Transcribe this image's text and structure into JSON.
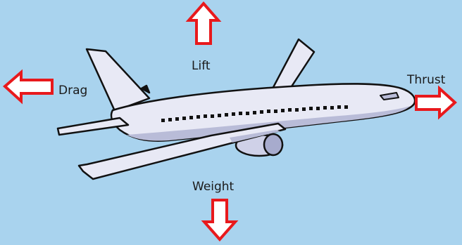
{
  "labels": {
    "lift": "Lift",
    "drag": "Drag",
    "thrust": "Thrust",
    "weight": "Weight"
  },
  "colors": {
    "background": "#a9d3ee",
    "arrow_stroke": "#e8191c",
    "arrow_fill": "#ffffff",
    "fuselage": "#e8e9f5",
    "outline": "#111111",
    "windows": "#111111"
  },
  "icons": {
    "airplane": "airliner-illustration",
    "arrows": "outlined-block-arrow"
  }
}
